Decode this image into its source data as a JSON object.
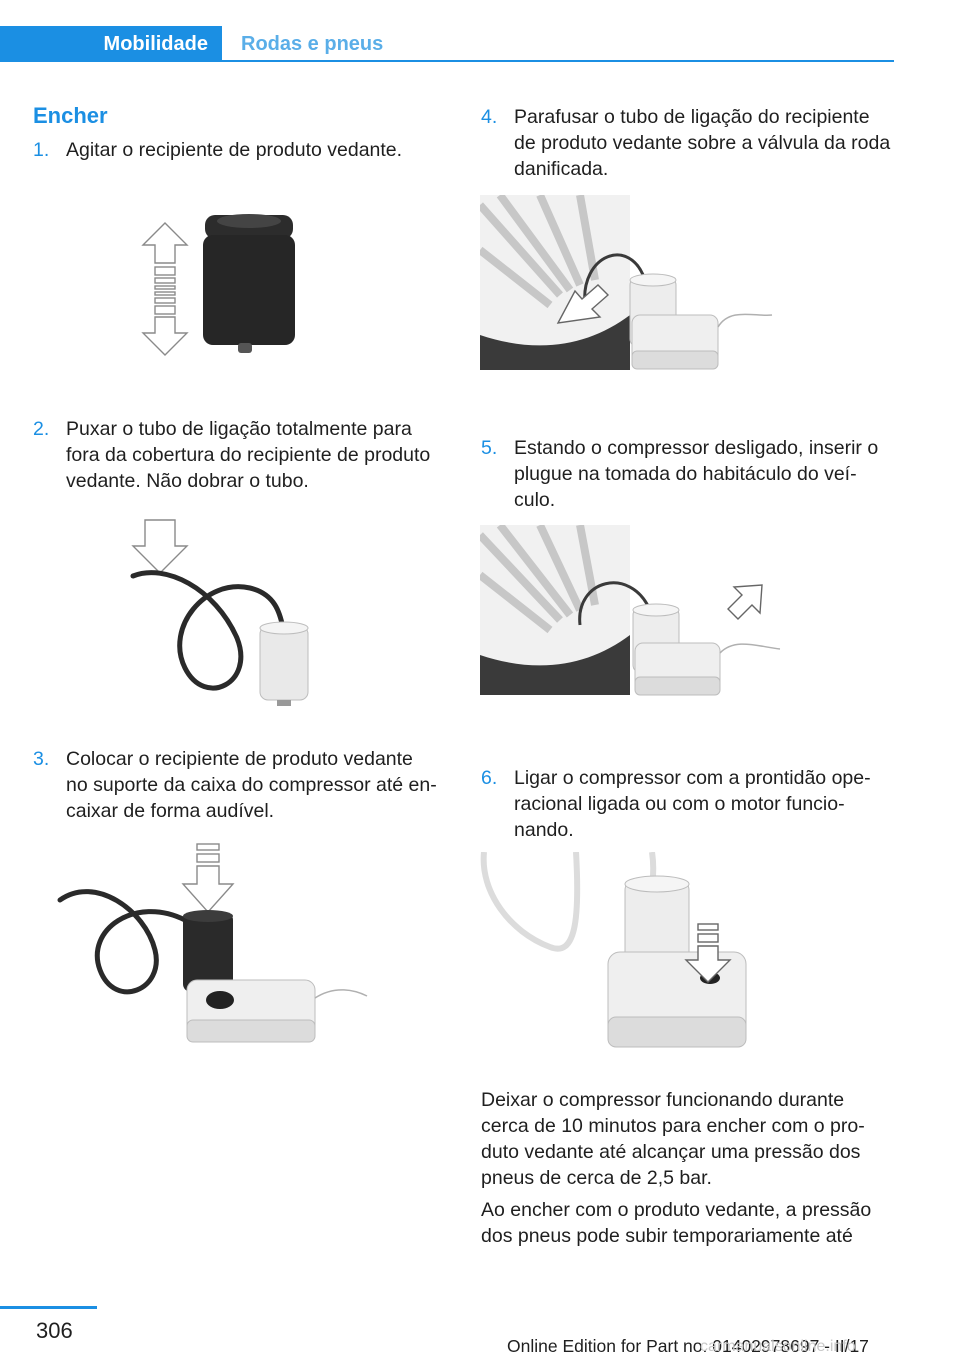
{
  "header": {
    "tab_active": "Mobilidade",
    "tab_inactive": "Rodas e pneus"
  },
  "section": {
    "heading": "Encher"
  },
  "steps": [
    {
      "number": "1.",
      "lines": [
        "Agitar o recipiente de produto vedante."
      ]
    },
    {
      "number": "2.",
      "lines": [
        "Puxar o tubo de ligação totalmente para",
        "fora da cobertura do recipiente de produto",
        "vedante. Não dobrar o tubo."
      ]
    },
    {
      "number": "3.",
      "lines": [
        "Colocar o recipiente de produto vedante",
        "no suporte da caixa do compressor até en‐",
        "caixar de forma audível."
      ]
    },
    {
      "number": "4.",
      "lines": [
        "Parafusar o tubo de ligação do recipiente",
        "de produto vedante sobre a válvula da roda",
        "danificada."
      ]
    },
    {
      "number": "5.",
      "lines": [
        "Estando o compressor desligado, inserir o",
        "plugue na tomada do habitáculo do veí‐",
        "culo."
      ]
    },
    {
      "number": "6.",
      "lines": [
        "Ligar o compressor com a prontidão ope‐",
        "racional ligada ou com o motor funcio‐",
        "nando."
      ]
    }
  ],
  "paragraphs": [
    {
      "lines": [
        "Deixar o compressor funcionando durante",
        "cerca de 10 minutos para encher com o pro‐",
        "duto vedante até alcançar uma pressão dos",
        "pneus de cerca de 2,5 bar."
      ]
    },
    {
      "lines": [
        "Ao encher com o produto vedante, a pressão",
        "dos pneus pode subir temporariamente até"
      ]
    }
  ],
  "footer": {
    "page_number": "306",
    "edition": "Online Edition for Part no. 01402978697 - II/17",
    "watermark": "carmanualsonline.info"
  },
  "colors": {
    "accent": "#1b8fe3"
  }
}
